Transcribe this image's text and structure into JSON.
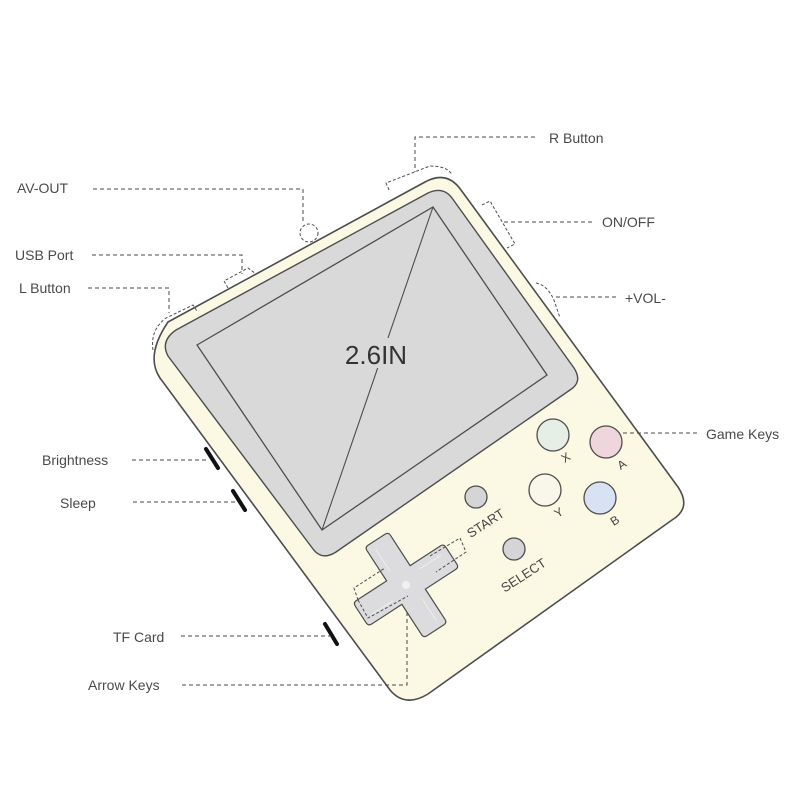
{
  "screen": {
    "size_label": "2.6IN"
  },
  "colors": {
    "body_fill": "#fbf8e3",
    "body_stroke": "#4d4d4d",
    "screen_fill": "#d9d9da",
    "button_x": "#e6efe6",
    "button_a": "#efd6dc",
    "button_y": "#f9f7ea",
    "button_b": "#d9e2f3",
    "button_small": "#d5d5d8",
    "side_key": "#111111",
    "leader": "#4a4a4a",
    "label_text": "#4a4a4a"
  },
  "callouts": {
    "left": [
      {
        "id": "av-out",
        "label": "AV-OUT"
      },
      {
        "id": "usb-port",
        "label": "USB Port"
      },
      {
        "id": "l-button",
        "label": "L Button"
      },
      {
        "id": "brightness",
        "label": "Brightness"
      },
      {
        "id": "sleep",
        "label": "Sleep"
      },
      {
        "id": "tf-card",
        "label": "TF Card"
      },
      {
        "id": "arrow-keys",
        "label": "Arrow Keys"
      }
    ],
    "right": [
      {
        "id": "r-button",
        "label": "R Button"
      },
      {
        "id": "on-off",
        "label": "ON/OFF"
      },
      {
        "id": "vol",
        "label": "+VOL-"
      },
      {
        "id": "game-keys",
        "label": "Game Keys"
      }
    ]
  },
  "buttons": {
    "x": "X",
    "a": "A",
    "y": "Y",
    "b": "B",
    "start": "START",
    "select": "SELECT"
  }
}
